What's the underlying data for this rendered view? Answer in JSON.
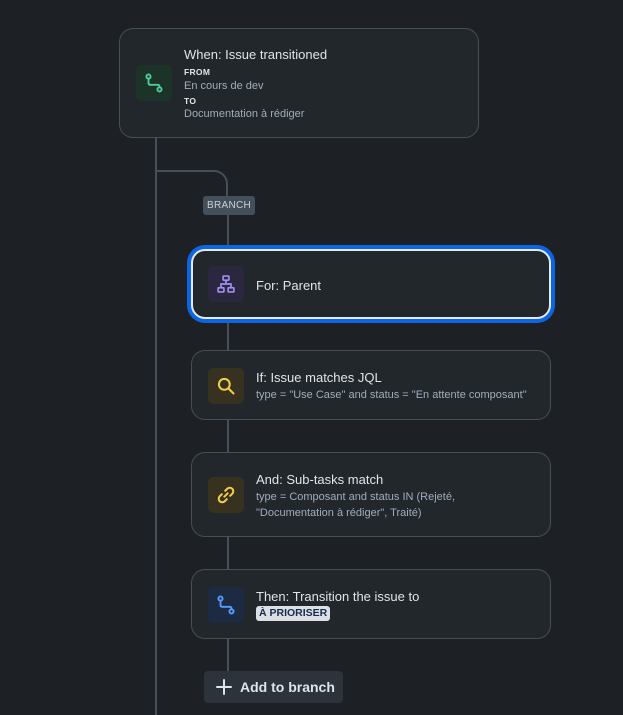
{
  "trigger": {
    "title": "When: Issue transitioned",
    "from_label": "FROM",
    "from_value": "En cours de dev",
    "to_label": "TO",
    "to_value": "Documentation à rédiger",
    "icon": "transition-icon",
    "color": "#4bce97"
  },
  "branch": {
    "tag": "BRANCH",
    "for_title": "For: Parent",
    "for_icon": "hierarchy-icon",
    "for_color": "#9f8fef"
  },
  "condition": {
    "title": "If: Issue matches JQL",
    "detail": "type = \"Use Case\" and status = \"En attente composant\"",
    "icon": "search-icon",
    "color": "#f5cd47"
  },
  "subtasks": {
    "title": "And: Sub-tasks match",
    "detail_line1": "type = Composant and status IN (Rejeté,",
    "detail_line2": "\"Documentation à rédiger\", Traité)",
    "icon": "link-icon",
    "color": "#f5cd47"
  },
  "action": {
    "title": "Then: Transition the issue to",
    "status": "À PRIORISER",
    "icon": "transition-icon",
    "color": "#579dff"
  },
  "add_branch": {
    "label": "Add to branch"
  }
}
